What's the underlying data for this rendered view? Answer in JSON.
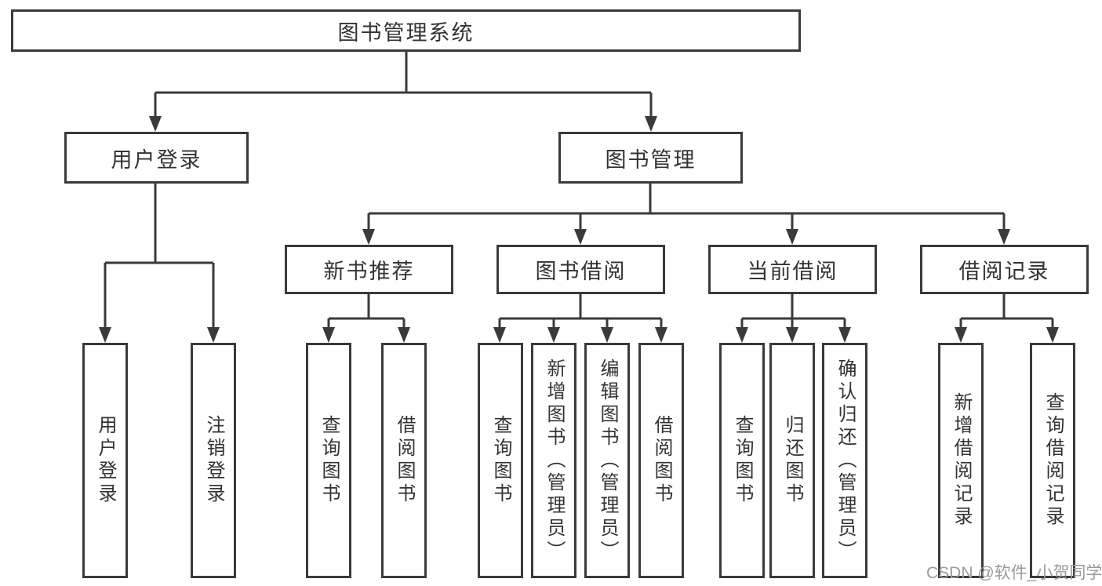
{
  "diagram": {
    "root": {
      "label": "图书管理系统"
    },
    "branches": [
      {
        "label": "用户登录",
        "leaves": [
          {
            "label": "用户登录"
          },
          {
            "label": "注销登录"
          }
        ]
      },
      {
        "label": "图书管理",
        "groups": [
          {
            "label": "新书推荐",
            "leaves": [
              {
                "label": "查询图书"
              },
              {
                "label": "借阅图书"
              }
            ]
          },
          {
            "label": "图书借阅",
            "leaves": [
              {
                "label": "查询图书"
              },
              {
                "label": "新增图书（管理员）"
              },
              {
                "label": "编辑图书（管理员）"
              },
              {
                "label": "借阅图书"
              }
            ]
          },
          {
            "label": "当前借阅",
            "leaves": [
              {
                "label": "查询图书"
              },
              {
                "label": "归还图书"
              },
              {
                "label": "确认归还（管理员）"
              }
            ]
          },
          {
            "label": "借阅记录",
            "leaves": [
              {
                "label": "新增借阅记录"
              },
              {
                "label": "查询借阅记录"
              }
            ]
          }
        ]
      }
    ]
  },
  "watermark": {
    "text": "CSDN @软件_小贺同学"
  },
  "colors": {
    "line": "#3a3a3a",
    "box_border": "#3a3a3a",
    "text": "#333333",
    "watermark": "#9b9b9b",
    "background": "#ffffff"
  }
}
